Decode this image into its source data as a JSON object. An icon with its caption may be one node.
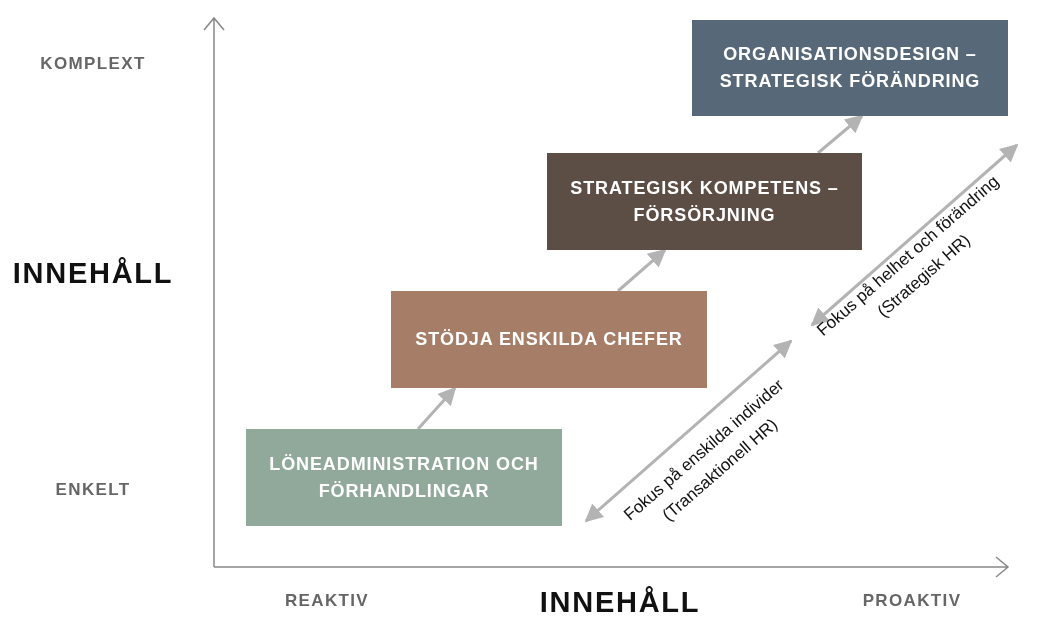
{
  "diagram": {
    "nodes": [
      {
        "text": [
          "LÖNEADMINISTRATION OCH FÖRHANDLINGAR"
        ]
      },
      {
        "text": [
          "STÖDJA ENSKILDA CHEFER"
        ]
      },
      {
        "text": [
          "STRATEGISK KOMPETENS – FÖRSÖRJNING"
        ]
      },
      {
        "text": [
          "ORGANISATIONSDESIGN – STRATEGISK FÖRÄNDRING"
        ]
      }
    ],
    "edges": [
      {
        "from": 0,
        "to": 1,
        "arrow": "to"
      },
      {
        "from": 1,
        "to": 2,
        "arrow": "to"
      },
      {
        "from": 2,
        "to": 3,
        "arrow": "to"
      }
    ],
    "labels": [
      "KOMPLEXT",
      "INNEHÅLL",
      "ENKELT",
      "Fokus på enskilda individer",
      "(Transaktionell HR)",
      "Fokus på helhet och förändring",
      "(Strategisk HR)",
      "REAKTIV",
      "INNEHÅLL",
      "PROAKTIV"
    ]
  }
}
